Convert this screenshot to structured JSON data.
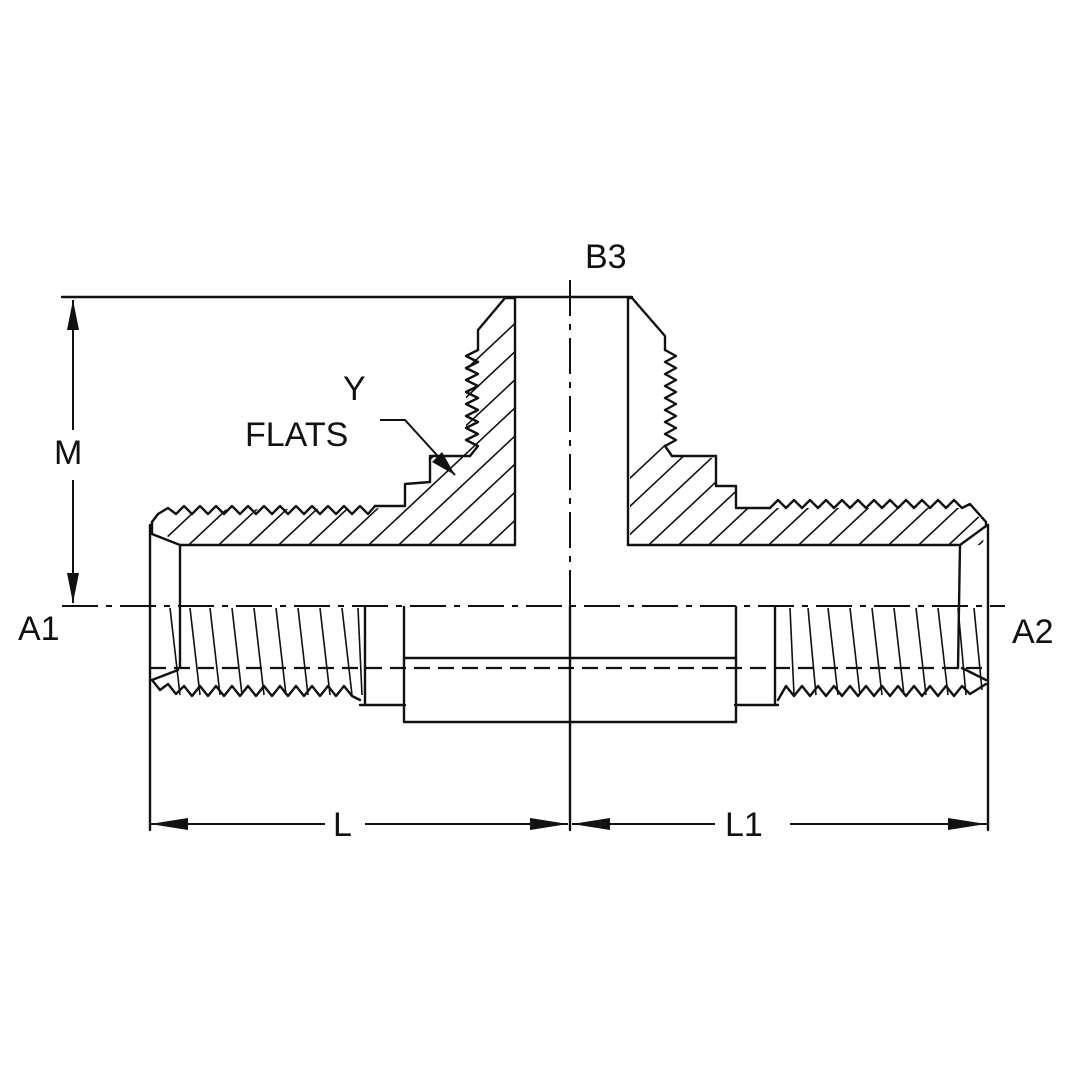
{
  "figure": {
    "subject": "Male tee fitting cross-section",
    "labels": {
      "top_port": "B3",
      "left_port": "A1",
      "right_port": "A2",
      "height_dim": "M",
      "left_length_dim": "L",
      "right_length_dim": "L1",
      "flats_top": "Y",
      "flats_bottom": "FLATS"
    },
    "colors": {
      "line": "#111111",
      "background": "#ffffff"
    }
  }
}
